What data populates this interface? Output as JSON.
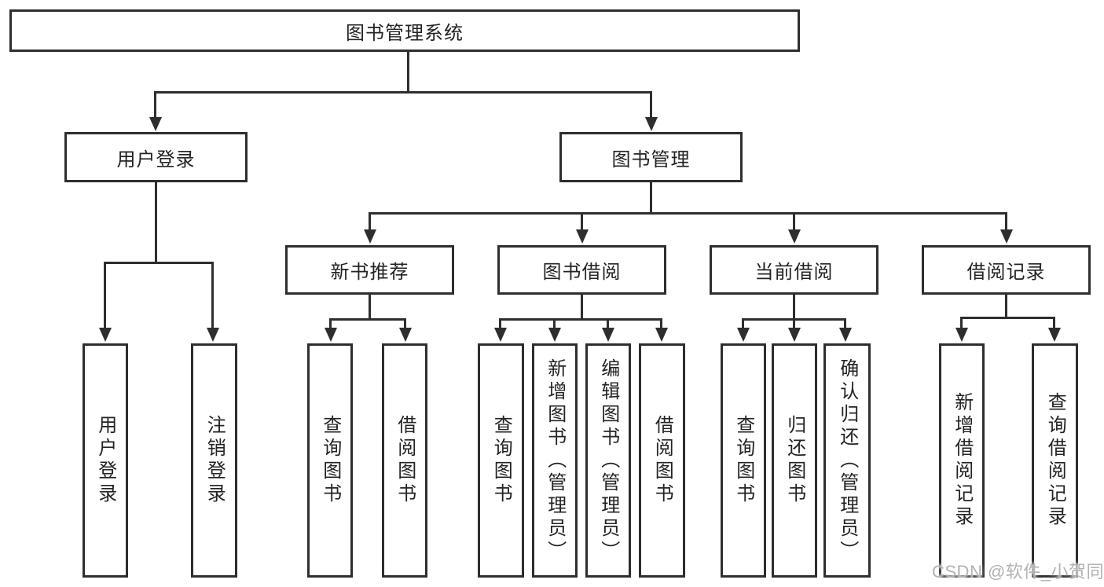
{
  "diagram_title": "图书管理系统",
  "colors": {
    "line": "#2e2e2e",
    "text": "#232323",
    "watermark": "#b2b2b2",
    "background": "#ffffff"
  },
  "tree": {
    "root": {
      "label": "图书管理系统",
      "children": [
        {
          "label": "用户登录",
          "children": [
            {
              "label": "用户登录"
            },
            {
              "label": "注销登录"
            }
          ]
        },
        {
          "label": "图书管理",
          "children": [
            {
              "label": "新书推荐",
              "children": [
                {
                  "label": "查询图书"
                },
                {
                  "label": "借阅图书"
                }
              ]
            },
            {
              "label": "图书借阅",
              "children": [
                {
                  "label": "查询图书"
                },
                {
                  "label": "新增图书（管理员）"
                },
                {
                  "label": "编辑图书（管理员）"
                },
                {
                  "label": "借阅图书"
                }
              ]
            },
            {
              "label": "当前借阅",
              "children": [
                {
                  "label": "查询图书"
                },
                {
                  "label": "归还图书"
                },
                {
                  "label": "确认归还（管理员）"
                }
              ]
            },
            {
              "label": "借阅记录",
              "children": [
                {
                  "label": "新增借阅记录"
                },
                {
                  "label": "查询借阅记录"
                }
              ]
            }
          ]
        }
      ]
    }
  },
  "watermark": {
    "text": "CSDN @软件_小贺同学"
  }
}
